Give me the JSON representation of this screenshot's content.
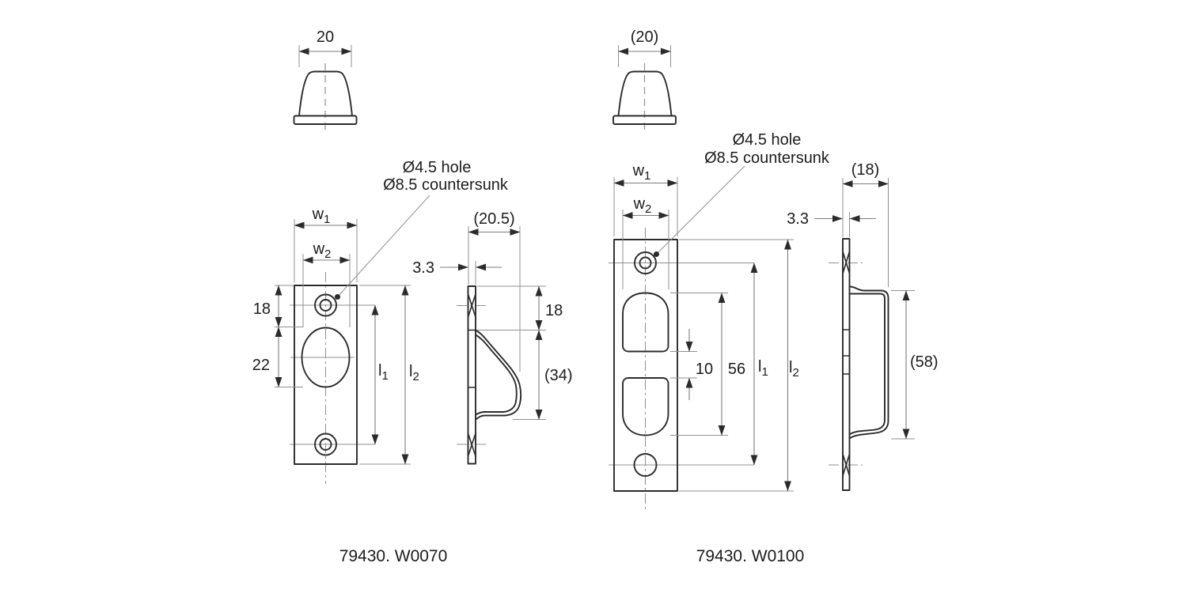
{
  "colors": {
    "line": "#2b2b2b",
    "thin": "#909090",
    "dimline": "#7c7c7c",
    "text": "#1c1c1c",
    "bg": "#ffffff"
  },
  "left": {
    "part_number": "79430. W0070",
    "hole_note_line1": "Ø4.5 hole",
    "hole_note_line2": "Ø8.5 countersunk",
    "top_view": {
      "width": "20"
    },
    "front_view": {
      "w1_base": "w",
      "w1_sub": "1",
      "w2_base": "w",
      "w2_sub": "2",
      "top_offset": "18",
      "opening_height": "22",
      "l1_base": "l",
      "l1_sub": "1",
      "l2_base": "l",
      "l2_sub": "2"
    },
    "side_view": {
      "depth": "(20.5)",
      "thickness": "3.3",
      "top_offset": "18",
      "tongue_length": "(34)"
    }
  },
  "right": {
    "part_number": "79430. W0100",
    "hole_note_line1": "Ø4.5 hole",
    "hole_note_line2": "Ø8.5 countersunk",
    "top_view": {
      "width": "(20)"
    },
    "front_view": {
      "w1_base": "w",
      "w1_sub": "1",
      "w2_base": "w",
      "w2_sub": "2",
      "opening_gap": "10",
      "openings_span": "56",
      "l1_base": "l",
      "l1_sub": "1",
      "l2_base": "l",
      "l2_sub": "2"
    },
    "side_view": {
      "depth": "(18)",
      "thickness": "3.3",
      "tongue_length": "(58)"
    }
  }
}
